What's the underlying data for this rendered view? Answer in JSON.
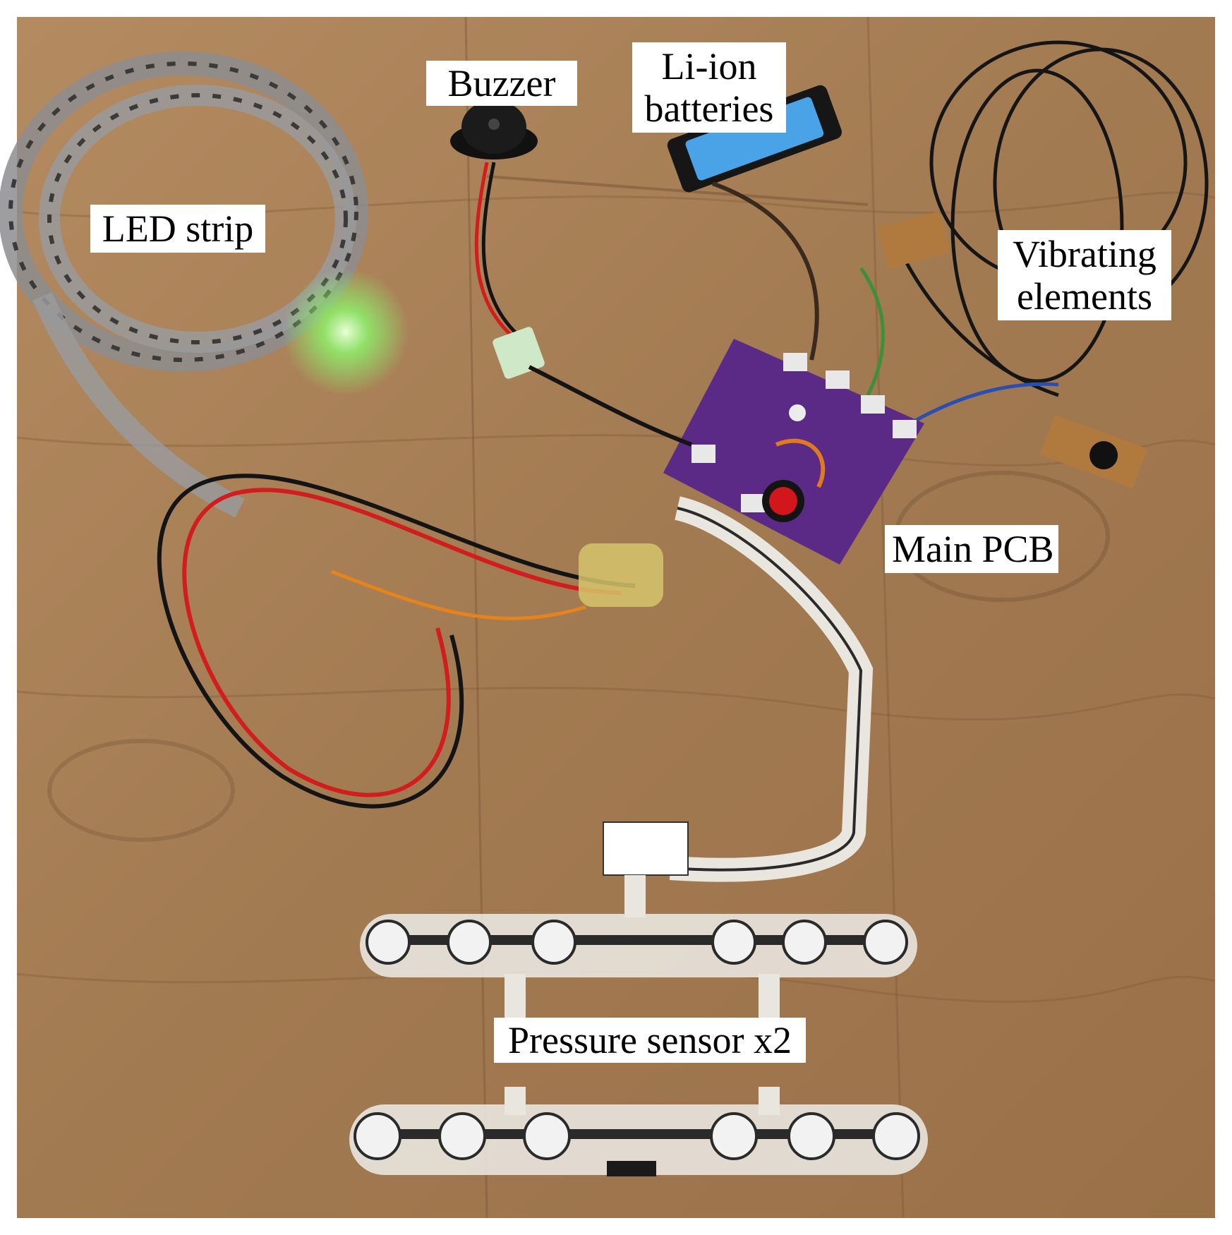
{
  "labels": {
    "buzzer": "Buzzer",
    "battery_line1": "Li-ion",
    "battery_line2": "batteries",
    "led_strip": "LED strip",
    "vibrating_line1": "Vibrating",
    "vibrating_line2": "elements",
    "main_pcb": "Main PCB",
    "pressure_sensor": "Pressure sensor x2"
  },
  "colors": {
    "wood": "#a9825a",
    "wood_dark": "#7d5a3a",
    "pcb": "#5a2a86",
    "sensor_film": "#e9e6df",
    "sensor_trace": "#2a2a2a",
    "wire_red": "#d11d1d",
    "wire_black": "#141414",
    "led_green": "#9dff7a",
    "battery_blue": "#4aa3e6"
  }
}
